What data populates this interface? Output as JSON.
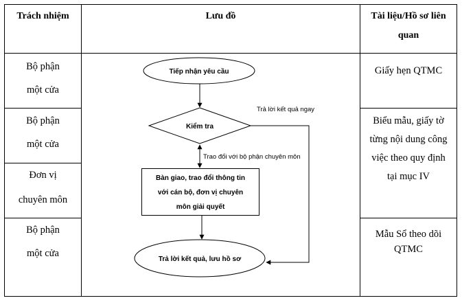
{
  "table": {
    "headers": {
      "responsibility": "Trách nhiệm",
      "flowchart": "Lưu đồ",
      "documents_line1": "Tài liệu/Hồ sơ liên",
      "documents_line2": "quan"
    },
    "responsibility": [
      {
        "line1": "Bộ phận",
        "line2": "một cửa"
      },
      {
        "line1": "Bộ phận",
        "line2": "một cửa"
      },
      {
        "line1": "Đơn vị",
        "line2": "chuyên môn"
      },
      {
        "line1": "Bộ phận",
        "line2": "một cửa"
      }
    ],
    "documents": [
      {
        "lines": [
          "Giấy hẹn QTMC"
        ]
      },
      {
        "lines": [
          "Biểu mẫu, giấy tờ",
          "từng nội dung công",
          "việc theo quy định",
          "tại mục IV"
        ]
      },
      {
        "lines": [
          "Mẫu Sổ theo dõi",
          "QTMC"
        ]
      }
    ]
  },
  "flowchart": {
    "start": "Tiếp nhận yêu cầu",
    "decision": "Kiểm tra",
    "process_lines": [
      "Bàn giao, trao đổi thông tin",
      "với cán bộ, đơn vị chuyên",
      "môn  giải quyết"
    ],
    "end": "Trả lời kết quả, lưu hồ sơ",
    "label_yes": "Trả lời kết quả ngay",
    "label_exchange": "Trao đổi với bộ phận chuyên môn"
  }
}
